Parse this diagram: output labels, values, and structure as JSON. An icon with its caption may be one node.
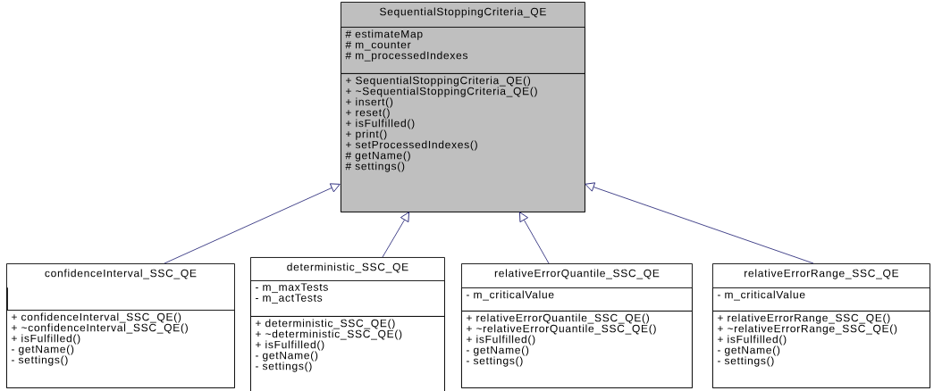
{
  "diagram": {
    "nodes": [
      {
        "text": [
          "SequentialStoppingCriteria_QE"
        ]
      },
      {
        "text": [
          "# estimateMap",
          "# m_counter",
          "# m_processedIndexes"
        ],
        "in": 0
      },
      {
        "text": [
          "+ SequentialStoppingCriteria_QE()",
          "+ ~SequentialStoppingCriteria_QE()",
          "+ insert()",
          "+ reset()",
          "+ isFulfilled()",
          "+ print()",
          "+ setProcessedIndexes()",
          "# getName()",
          "# settings()"
        ],
        "in": 0
      },
      {
        "text": [
          "confidenceInterval_SSC_QE"
        ]
      },
      {
        "text": [],
        "shape": "box",
        "in": 3
      },
      {
        "text": [
          "+ confidenceInterval_SSC_QE()",
          "+ ~confidenceInterval_SSC_QE()",
          "+ isFulfilled()",
          "- getName()",
          "- settings()"
        ],
        "in": 3
      },
      {
        "text": [
          "deterministic_SSC_QE"
        ]
      },
      {
        "text": [
          "- m_maxTests",
          "- m_actTests"
        ],
        "in": 6
      },
      {
        "text": [
          "+ deterministic_SSC_QE()",
          "+ ~deterministic_SSC_QE()",
          "+ isFulfilled()",
          "- getName()",
          "- settings()"
        ],
        "in": 6
      },
      {
        "text": [
          "relativeErrorQuantile_SSC_QE"
        ]
      },
      {
        "text": [
          "- m_criticalValue"
        ],
        "in": 9
      },
      {
        "text": [
          "+ relativeErrorQuantile_SSC_QE()",
          "+ ~relativeErrorQuantile_SSC_QE()",
          "+ isFulfilled()",
          "- getName()",
          "- settings()"
        ],
        "in": 9
      },
      {
        "text": [
          "relativeErrorRange_SSC_QE"
        ]
      },
      {
        "text": [
          "- m_criticalValue"
        ],
        "in": 12
      },
      {
        "text": [
          "+ relativeErrorRange_SSC_QE()",
          "+ ~relativeErrorRange_SSC_QE()",
          "+ isFulfilled()",
          "- getName()",
          "- settings()"
        ],
        "in": 12
      }
    ],
    "edges": [
      {
        "from": 3,
        "to": 0,
        "arrow": "to"
      },
      {
        "from": 6,
        "to": 0,
        "arrow": "to"
      },
      {
        "from": 9,
        "to": 0,
        "arrow": "to"
      },
      {
        "from": 12,
        "to": 0,
        "arrow": "to"
      }
    ]
  }
}
